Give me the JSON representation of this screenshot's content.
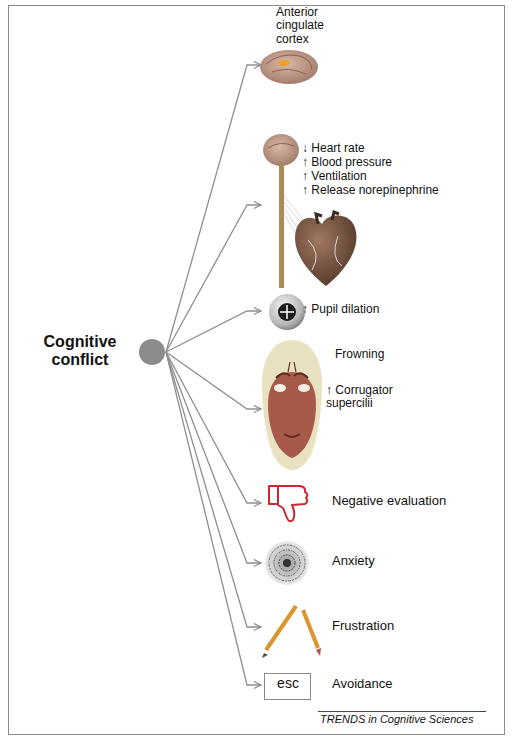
{
  "diagram": {
    "nodes": [
      {
        "text": [
          "Cognitive conflict"
        ]
      },
      {
        "text": [
          "Anterior cingulate cortex"
        ]
      },
      {
        "text": [
          "↓ Heart rate",
          "↑ Blood pressure",
          "↑ Ventilation",
          "↑ Release norepinephrine"
        ]
      },
      {
        "text": [
          "↑ Pupil dilation"
        ]
      },
      {
        "text": [
          "Frowning",
          "↑ Corrugator supercilii"
        ]
      },
      {
        "text": [
          "Negative evaluation"
        ]
      },
      {
        "text": [
          "Anxiety"
        ]
      },
      {
        "text": [
          "Frustration"
        ]
      },
      {
        "text": [
          "esc",
          "Avoidance"
        ]
      }
    ],
    "edges": [
      {
        "from": 0,
        "to": 1,
        "arrow": "to"
      },
      {
        "from": 0,
        "to": 2,
        "arrow": "to"
      },
      {
        "from": 0,
        "to": 3,
        "arrow": "to"
      },
      {
        "from": 0,
        "to": 4,
        "arrow": "to"
      },
      {
        "from": 0,
        "to": 5,
        "arrow": "to"
      },
      {
        "from": 0,
        "to": 6,
        "arrow": "to"
      },
      {
        "from": 0,
        "to": 7,
        "arrow": "to"
      },
      {
        "from": 0,
        "to": 8,
        "arrow": "to"
      }
    ],
    "labels": [
      "TRENDS in Cognitive Sciences"
    ]
  }
}
